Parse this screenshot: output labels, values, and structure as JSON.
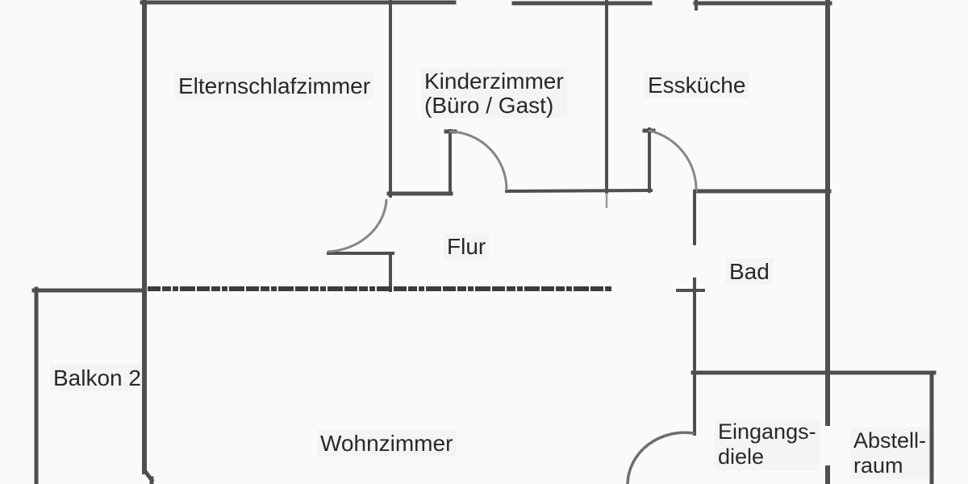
{
  "canvas": {
    "paper_color": "#fbfaf8",
    "wall_color": "#4f4f4f",
    "wall_dark_color": "#3c3c3c",
    "door_arc_color": "#868686",
    "door_arc_dark_color": "#6f6f6f",
    "ink_color": "#282828"
  },
  "rooms": {
    "elternschlafzimmer": {
      "label": "Elternschlafzimmer"
    },
    "kinderzimmer": {
      "label": "Kinderzimmer",
      "sublabel": "(Büro / Gast)"
    },
    "esskueche": {
      "label": "Essküche"
    },
    "flur": {
      "label": "Flur"
    },
    "bad": {
      "label": "Bad"
    },
    "balkon2": {
      "label": "Balkon 2"
    },
    "wohnzimmer": {
      "label": "Wohnzimmer"
    },
    "eingangsdiele": {
      "line1": "Eingangs-",
      "line2": "diele"
    },
    "abstellraum": {
      "line1": "Abstell-",
      "line2": "raum"
    }
  }
}
